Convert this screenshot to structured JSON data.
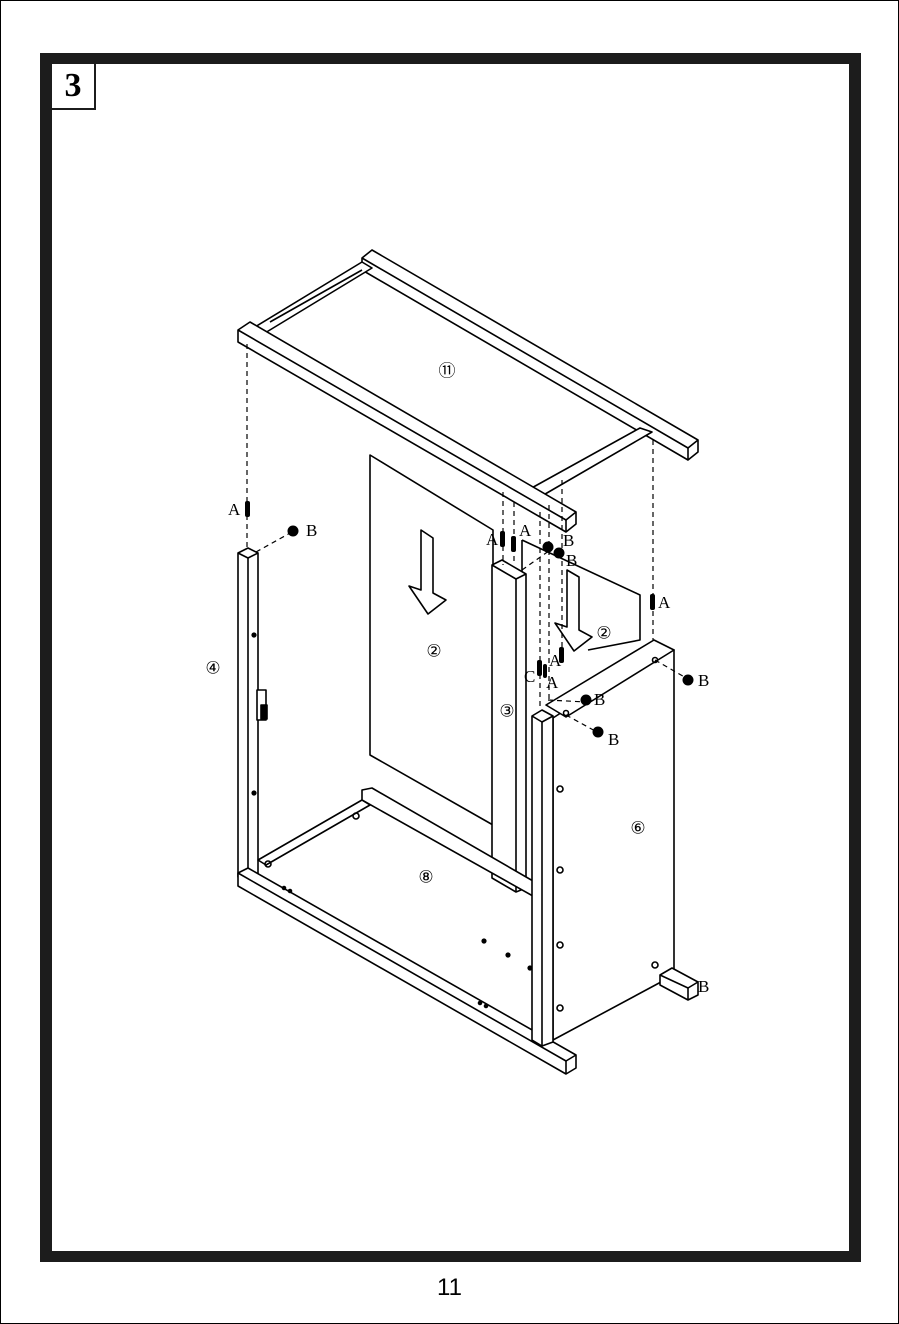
{
  "step": {
    "number": "3"
  },
  "page": {
    "number": "11"
  },
  "parts": {
    "top_frame": "⑪",
    "back_panel": "②",
    "back_panel_right": "②",
    "divider": "③",
    "left_side": "④",
    "right_side": "⑥",
    "bottom_frame": "⑧"
  },
  "hardware": {
    "a": "A",
    "b": "B",
    "c": "C"
  }
}
